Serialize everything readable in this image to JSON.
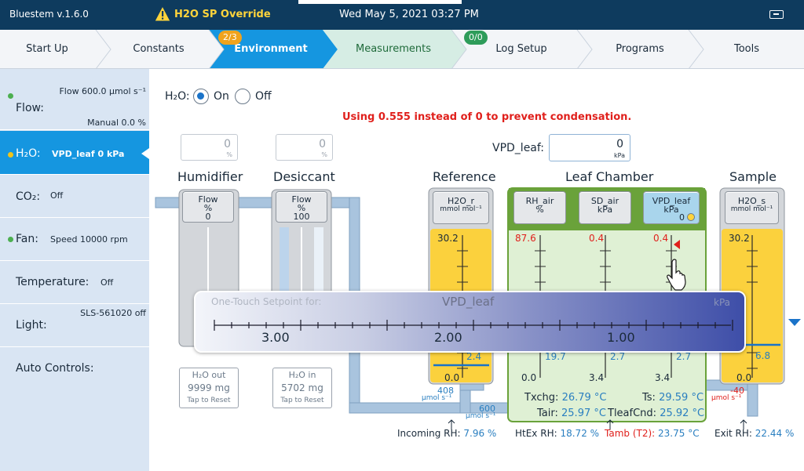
{
  "app": {
    "version": "Bluestem v.1.6.0",
    "override": "H2O SP Override",
    "datetime": "Wed May 5, 2021 03:27 PM"
  },
  "tabs": [
    {
      "label": "Start Up"
    },
    {
      "label": "Constants"
    },
    {
      "label": "Environment",
      "badge": "2/3"
    },
    {
      "label": "Measurements"
    },
    {
      "label": "Log Setup",
      "badge": "0/0"
    },
    {
      "label": "Programs"
    },
    {
      "label": "Tools"
    }
  ],
  "sidebar": {
    "flow": {
      "title": "Flow:",
      "value": "Flow 600.0 µmol s⁻¹",
      "sub": "Manual 0.0 %"
    },
    "h2o": {
      "title": "H₂O:",
      "value": "VPD_leaf 0 kPa"
    },
    "co2": {
      "title": "CO₂:",
      "value": "Off"
    },
    "fan": {
      "title": "Fan:",
      "value": "Speed 10000 rpm"
    },
    "temperature": {
      "title": "Temperature:",
      "value": "Off"
    },
    "light": {
      "title": "Light:",
      "value": "SLS-561020 off"
    },
    "auto": {
      "title": "Auto Controls:"
    }
  },
  "h2o": {
    "label": "H₂O:",
    "on": "On",
    "off": "Off",
    "warning": "Using 0.555 instead of 0 to prevent condensation.",
    "humidifier_pct": "0",
    "desiccant_pct": "0",
    "pct_unit": "%",
    "vpd_label": "VPD_leaf:",
    "vpd_value": "0",
    "vpd_unit": "kPa"
  },
  "diagram": {
    "humidifier": {
      "title": "Humidifier",
      "btn": [
        "Flow",
        "%",
        "0"
      ]
    },
    "desiccant": {
      "title": "Desiccant",
      "btn": [
        "Flow",
        "%",
        "100"
      ]
    },
    "reference": {
      "title": "Reference",
      "btn": [
        "H2O_r",
        "mmol mol⁻¹"
      ],
      "top": "30.2",
      "bottom": "0.0",
      "value": "2.4",
      "flow_value": "408",
      "flow_unit": "µmol s⁻¹"
    },
    "leaf": {
      "title": "Leaf Chamber",
      "btns": [
        [
          "RH_air",
          "%"
        ],
        [
          "SD_air",
          "kPa"
        ],
        [
          "VPD_leaf",
          "kPa",
          "0"
        ]
      ],
      "tops": [
        "87.6",
        "0.4",
        "0.4"
      ],
      "bottoms": [
        "0.0",
        "3.4",
        "3.4"
      ],
      "values": [
        "19.7",
        "2.7",
        "2.7"
      ],
      "txchg_label": "Txchg:",
      "txchg": "26.79 °C",
      "ts_label": "Ts:",
      "ts": "29.59 °C",
      "tair_label": "Tair:",
      "tair": "25.97 °C",
      "tleaf_label": "TleafCnd:",
      "tleaf": "25.92 °C"
    },
    "sample": {
      "title": "Sample",
      "btn": [
        "H2O_s",
        "mmol mol⁻¹"
      ],
      "top": "30.2",
      "bottom": "0.0",
      "value": "6.8",
      "flow_value": "-40",
      "flow_unit": "µmol s⁻¹"
    },
    "main_flow": {
      "value": "600",
      "unit": "µmol s⁻¹"
    },
    "h2o_out": {
      "label": "H₂O out",
      "value": "9999 mg",
      "reset": "Tap to Reset"
    },
    "h2o_in": {
      "label": "H₂O in",
      "value": "5702 mg",
      "reset": "Tap to Reset"
    },
    "incoming_rh_label": "Incoming RH:",
    "incoming_rh": "7.96 %",
    "htex_rh_label": "HtEx RH:",
    "htex_rh": "18.72 %",
    "tamb_label": "Tamb (T2):",
    "tamb": "23.75 °C",
    "exit_rh_label": "Exit RH:",
    "exit_rh": "22.44 %"
  },
  "setpoint": {
    "title": "One-Touch Setpoint for:",
    "param": "VPD_leaf",
    "unit": "kPa",
    "ticks": [
      "3.00",
      "2.00",
      "1.00"
    ]
  },
  "colors": {
    "topbar": "#0e3b5e",
    "active_tab": "#1596e0",
    "measure_tab": "#d6ede4",
    "badge_green": "#2e9c5a",
    "badge_orange": "#f0a31d",
    "meter_fill": "#fbd13d",
    "leaf_green": "#6aa23a",
    "pipe": "#a9c4de"
  }
}
